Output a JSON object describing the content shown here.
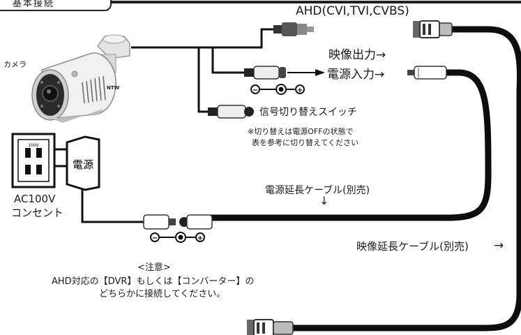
{
  "section_tab": "基本接続",
  "labels": {
    "camera": "カメラ",
    "ahd": "AHD(CVI,TVI,CVBS)",
    "video_out": "映像出力→",
    "power_in": "電源入力→",
    "signal_switch": "信号切り替えスイッチ",
    "switch_note_1": "※切り替えは電源OFFの状態で",
    "switch_note_2": "表を参考に切り替えてください",
    "power_adapter": "電源",
    "outlet_rating": "100V",
    "ac_outlet_1": "AC100V",
    "ac_outlet_2": "コンセント",
    "power_ext": "電源延長ケーブル(別売)",
    "down_arrow": "↓",
    "video_ext": "映像延長ケーブル(別売)",
    "right_arrow": "→",
    "camera_brand": "NTW",
    "polarity_minus": "−",
    "polarity_plus": "+"
  },
  "note": {
    "title": "<注意>",
    "line1": "AHD対応の【DVR】もしくは【コンバーター】の",
    "line2": "どちらかに接続してください。"
  }
}
